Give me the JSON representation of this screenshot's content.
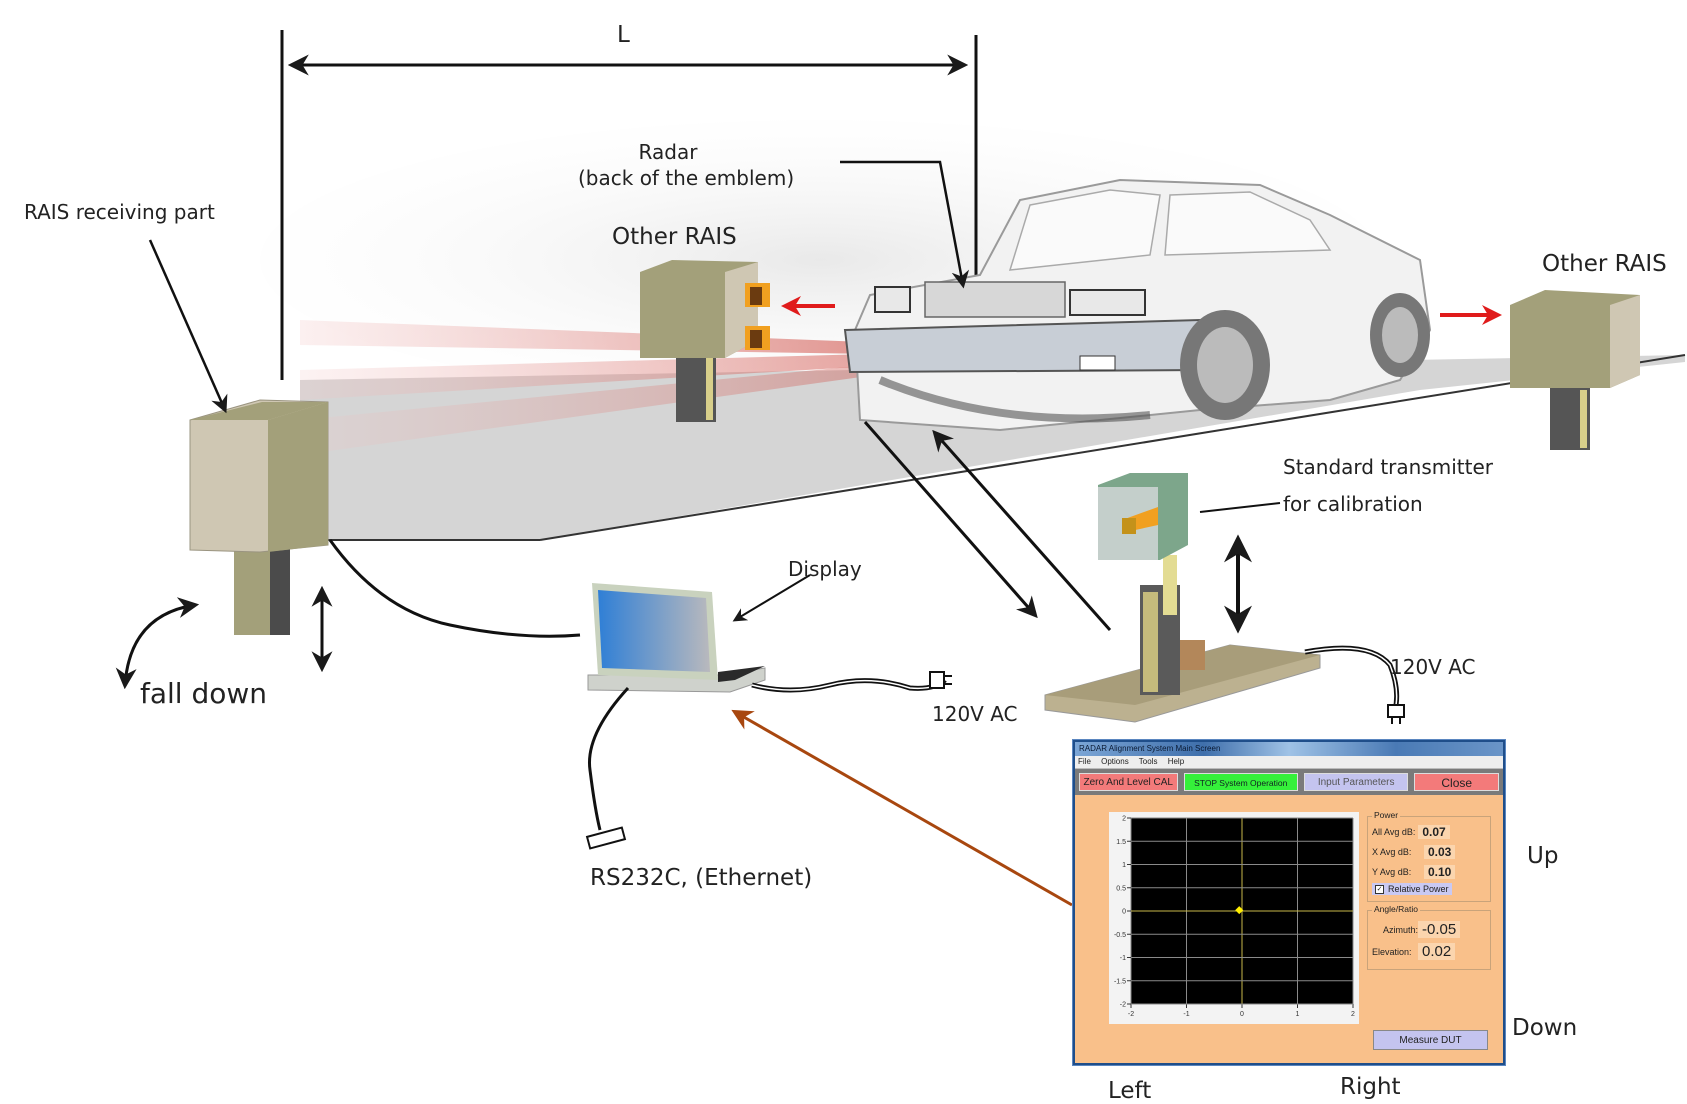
{
  "diagram": {
    "labels": {
      "distance": "L",
      "radar_line1": "Radar",
      "radar_line2": "(back of the emblem)",
      "rais_receiving": "RAIS receiving part",
      "other_rais_left": "Other RAIS",
      "other_rais_right": "Other RAIS",
      "standard_tx_line1": "Standard transmitter",
      "standard_tx_line2": "for calibration",
      "display": "Display",
      "fall_down": "fall down",
      "ac_laptop": "120V AC",
      "ac_transmitter": "120V AC",
      "rs232": "RS232C, (Ethernet)",
      "up": "Up",
      "down": "Down",
      "left": "Left",
      "right": "Right"
    },
    "colors": {
      "rais_box": "#a3a07a",
      "rais_side": "#cfc7b3",
      "transmitter_box": "#7da68b",
      "arrow_red": "#e01b1b",
      "arrow_brown": "#a8470f",
      "floor": "#d5d5d5"
    }
  },
  "app": {
    "title": "RADAR Alignment System Main Screen",
    "menu": [
      "File",
      "Options",
      "Tools",
      "Help"
    ],
    "buttons": {
      "zero_cal": "Zero And Level CAL",
      "stop": "STOP System Operation",
      "input_params": "Input Parameters",
      "close": "Close",
      "measure": "Measure DUT"
    },
    "power": {
      "group_title": "Power",
      "all_avg_label": "All Avg dB:",
      "all_avg_value": "0.07",
      "x_avg_label": "X Avg dB:",
      "x_avg_value": "0.03",
      "y_avg_label": "Y Avg dB:",
      "y_avg_value": "0.10",
      "relative_power_label": "Relative Power",
      "relative_power_checked": true
    },
    "angle": {
      "group_title": "Angle/Ratio",
      "azimuth_label": "Azimuth:",
      "azimuth_value": "-0.05",
      "elevation_label": "Elevation:",
      "elevation_value": "0.02"
    },
    "colors": {
      "background": "#f9c08a",
      "plot_bg": "#000000",
      "grid": "#8a8a8a",
      "axis_line": "#c8b84a",
      "point": "#ffee00"
    }
  },
  "chart_data": {
    "type": "scatter",
    "title": "",
    "xlabel": "",
    "ylabel": "",
    "xlim": [
      -2,
      2
    ],
    "ylim": [
      -2,
      2
    ],
    "x_ticks": [
      "-2",
      "-1",
      "0",
      "1",
      "2"
    ],
    "y_ticks": [
      "2",
      "1.5",
      "1",
      "0.5",
      "0",
      "-0.5",
      "-1",
      "-1.5",
      "-2"
    ],
    "grid": true,
    "points": [
      {
        "x": -0.05,
        "y": 0.02
      }
    ]
  }
}
